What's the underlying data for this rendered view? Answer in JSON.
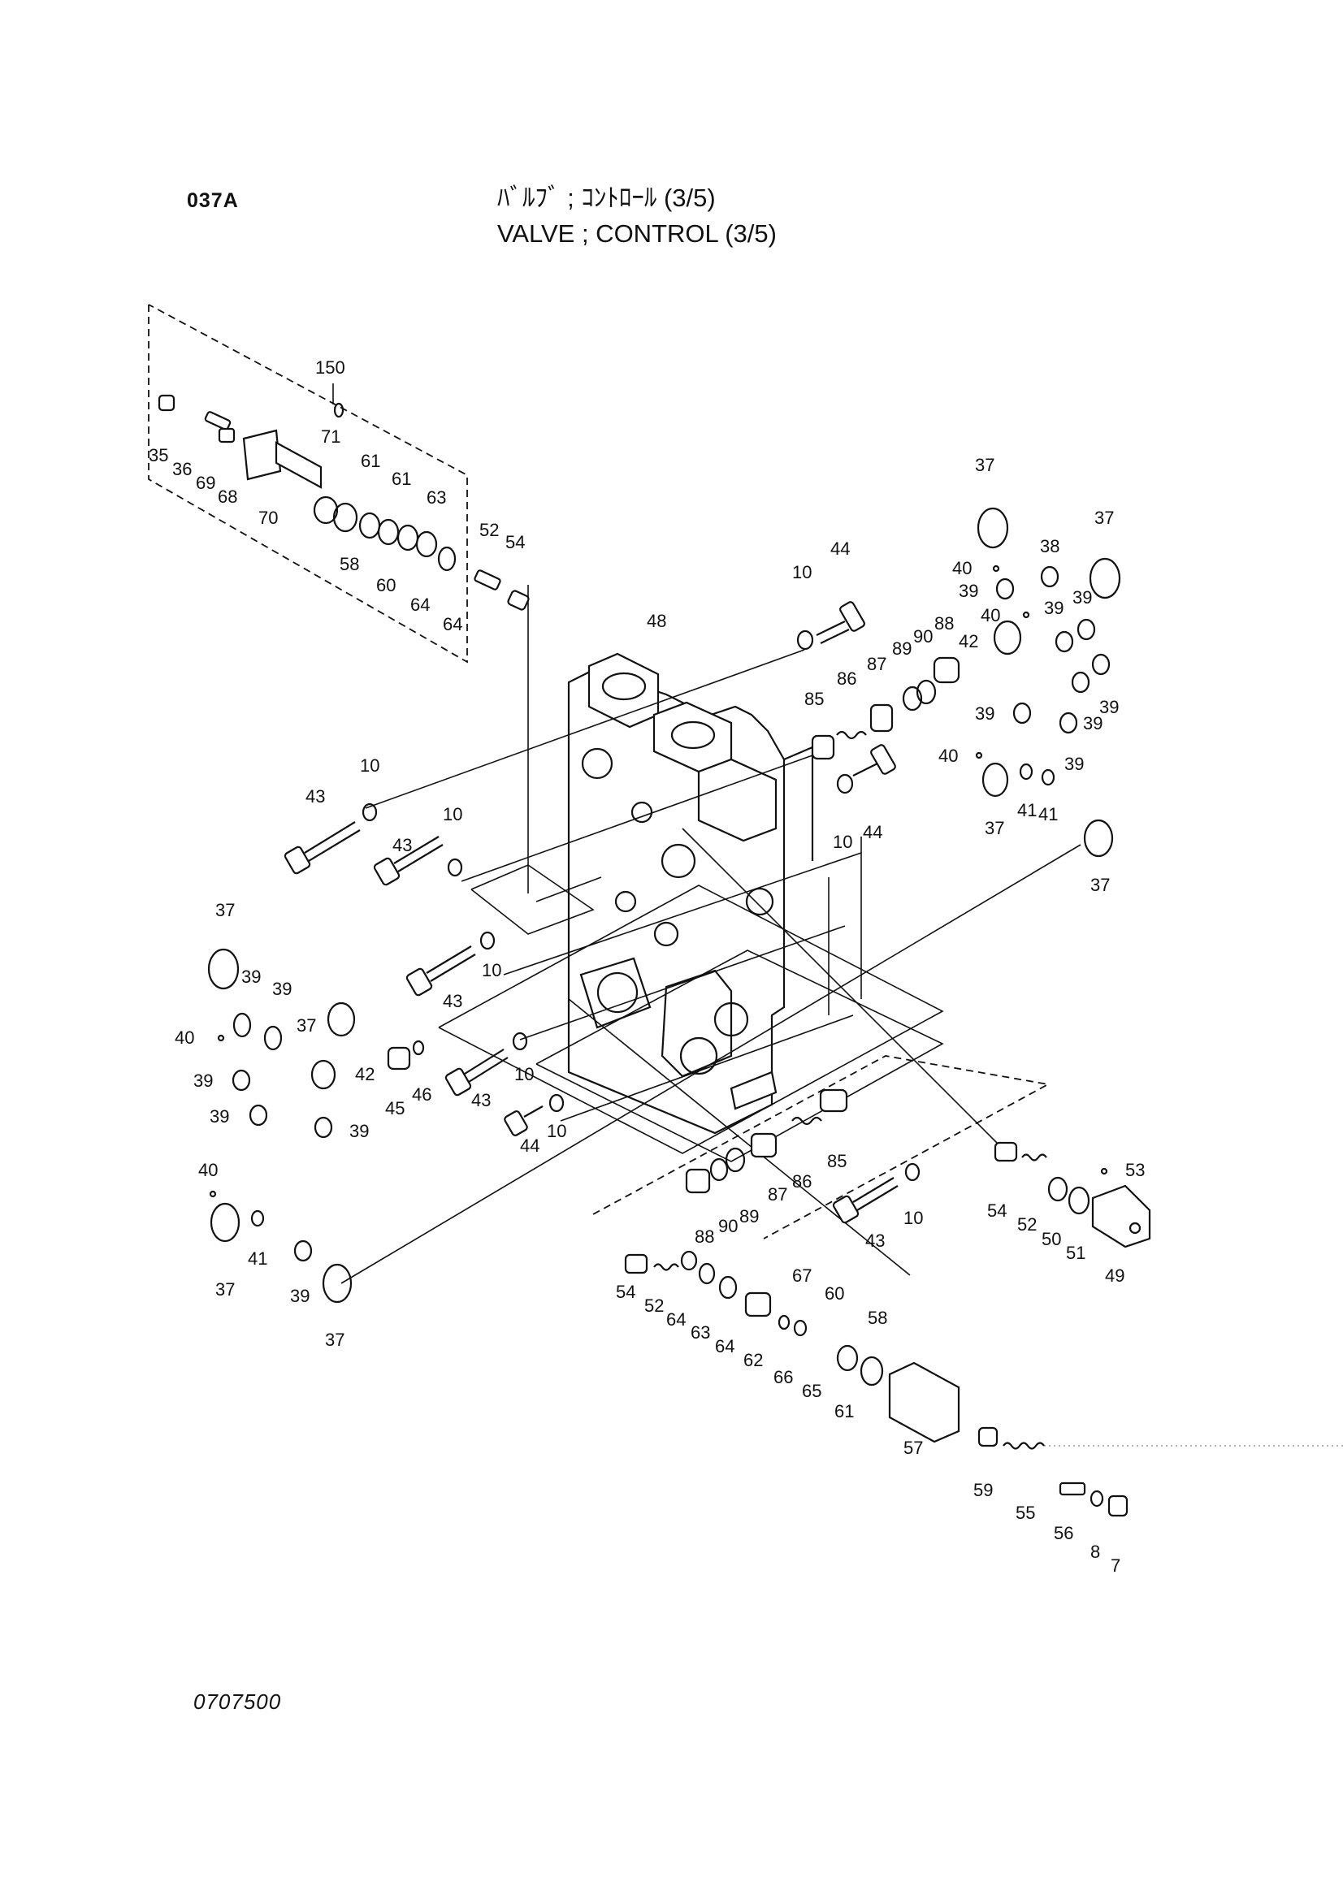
{
  "header": {
    "page_code": "037A",
    "title_jp": "ﾊﾞﾙﾌﾞ ; ｺﾝﾄﾛｰﾙ (3/5)",
    "title_en": "VALVE ; CONTROL (3/5)"
  },
  "footer": {
    "doc_number": "0707500"
  },
  "callouts": {
    "c150": "150",
    "c35": "35",
    "c36": "36",
    "c69": "69",
    "c68": "68",
    "c70": "70",
    "c71": "71",
    "c61a": "61",
    "c61b": "61",
    "c63a": "63",
    "c58a": "58",
    "c60a": "60",
    "c64a": "64",
    "c64b": "64",
    "c52a": "52",
    "c54a": "54",
    "c48": "48",
    "c44a": "44",
    "c10a": "10",
    "c85a": "85",
    "c86a": "86",
    "c87a": "87",
    "c89a": "89",
    "c90a": "90",
    "c88a": "88",
    "c44b": "44",
    "c10b": "10",
    "c37a": "37",
    "c40a": "40",
    "c39a": "39",
    "c38": "38",
    "c37b": "37",
    "c40b": "40",
    "c42a": "42",
    "c39b": "39",
    "c39c": "39",
    "c39d": "39",
    "c39e": "39",
    "c39f": "39",
    "c39g": "39",
    "c40c": "40",
    "c37c": "37",
    "c41a": "41",
    "c41b": "41",
    "c37d": "37",
    "c43a": "43",
    "c10c": "10",
    "c43b": "43",
    "c10d": "10",
    "c43c": "43",
    "c10e": "10",
    "c43d": "43",
    "c10f": "10",
    "c44c": "44",
    "c10g": "10",
    "c37e": "37",
    "c39h": "39",
    "c39i": "39",
    "c40d": "40",
    "c37f": "37",
    "c42b": "42",
    "c39j": "39",
    "c39k": "39",
    "c39l": "39",
    "c45": "45",
    "c46": "46",
    "c40e": "40",
    "c37g": "37",
    "c41c": "41",
    "c39m": "39",
    "c37h": "37",
    "c88b": "88",
    "c90b": "90",
    "c89b": "89",
    "c87b": "87",
    "c86b": "86",
    "c85b": "85",
    "c43e": "43",
    "c10h": "10",
    "c54b": "54",
    "c52b": "52",
    "c50": "50",
    "c51": "51",
    "c53": "53",
    "c49": "49",
    "c54c": "54",
    "c52c": "52",
    "c64c": "64",
    "c63b": "63",
    "c64d": "64",
    "c62": "62",
    "c67": "67",
    "c66": "66",
    "c65": "65",
    "c60b": "60",
    "c61c": "61",
    "c58b": "58",
    "c57": "57",
    "c59": "59",
    "c55": "55",
    "c56": "56",
    "c8": "8",
    "c7": "7"
  }
}
